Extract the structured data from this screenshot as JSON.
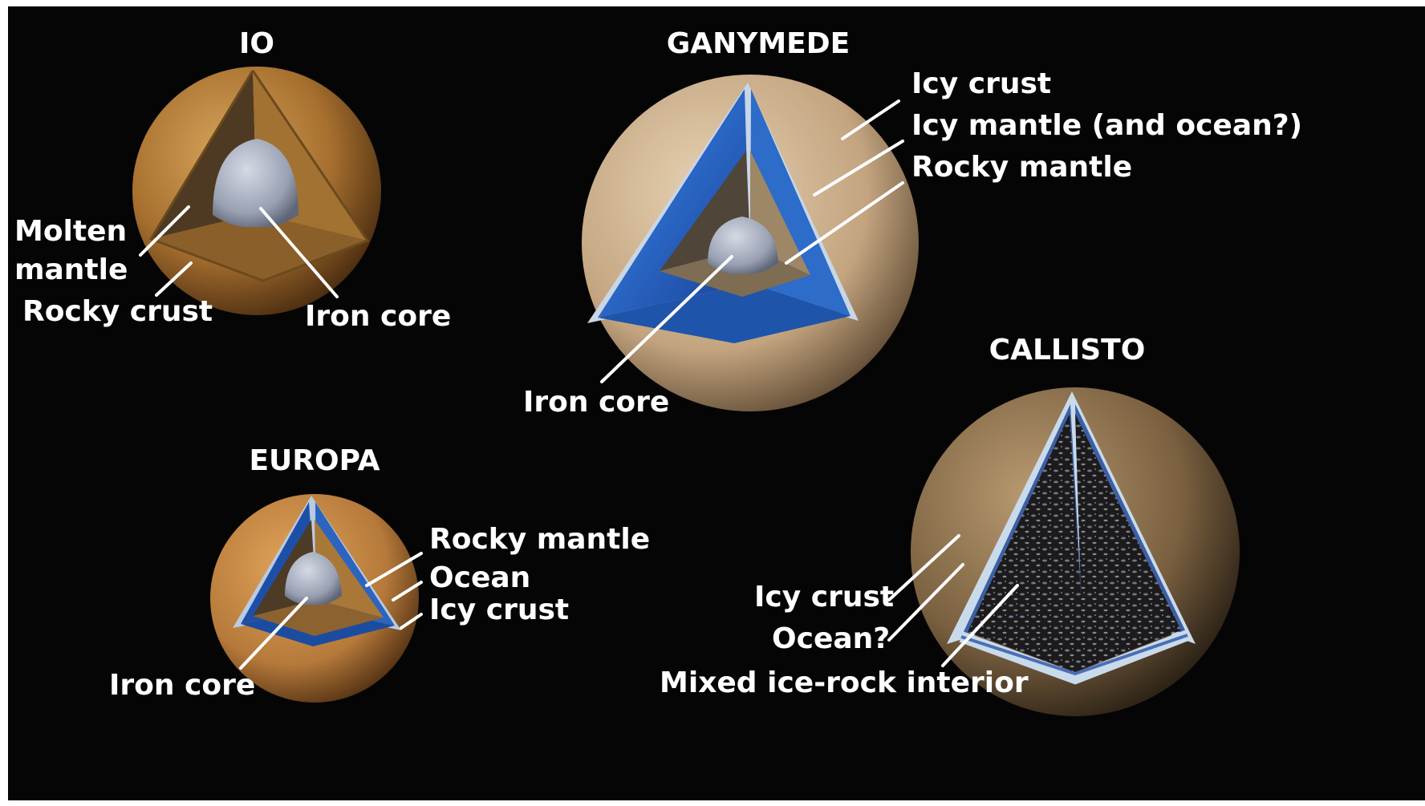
{
  "moons": {
    "io": {
      "title": "IO",
      "labels": {
        "molten_mantle_1": "Molten",
        "molten_mantle_2": "mantle",
        "rocky_crust": "Rocky crust",
        "iron_core": "Iron core"
      }
    },
    "ganymede": {
      "title": "GANYMEDE",
      "labels": {
        "icy_crust": "Icy crust",
        "icy_mantle": "Icy mantle (and ocean?)",
        "rocky_mantle": "Rocky mantle",
        "iron_core": "Iron core"
      }
    },
    "europa": {
      "title": "EUROPA",
      "labels": {
        "rocky_mantle": "Rocky mantle",
        "ocean": "Ocean",
        "icy_crust": "Icy crust",
        "iron_core": "Iron core"
      }
    },
    "callisto": {
      "title": "CALLISTO",
      "labels": {
        "icy_crust": "Icy crust",
        "ocean": "Ocean?",
        "interior": "Mixed ice-rock interior"
      }
    }
  },
  "colors": {
    "background": "#060506",
    "io_surface": "#b07a35",
    "ganymede_surface": "#c9ad8a",
    "ganymede_ice": "#1f56b0",
    "europa_surface": "#c0833b",
    "europa_ocean": "#1f55b5",
    "callisto_surface": "#8a7150",
    "callisto_ice": "#c8d9ea",
    "iron_core": "#a9afbf",
    "label_text": "#ffffff"
  }
}
